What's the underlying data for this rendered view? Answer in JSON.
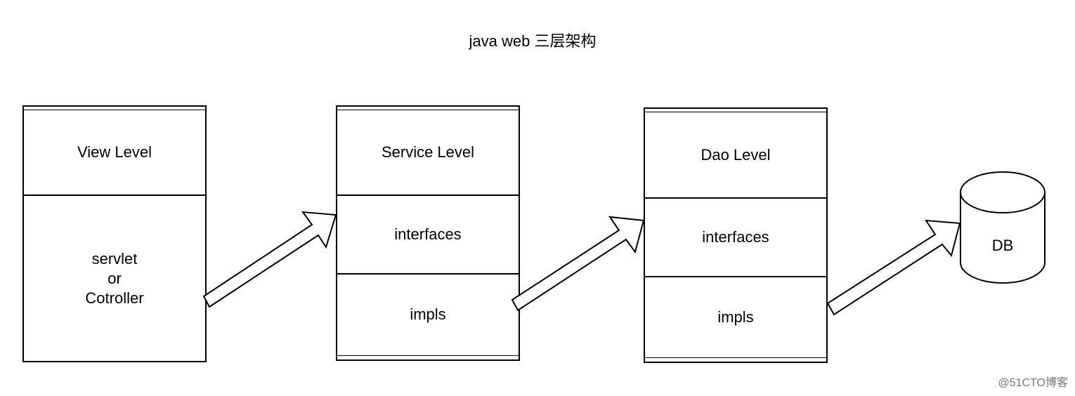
{
  "title": "java web 三层架构",
  "view_level": {
    "header": "View Level",
    "body_lines": [
      "servlet",
      "or",
      "Cotroller"
    ]
  },
  "service_level": {
    "header": "Service Level",
    "sections": [
      "interfaces",
      "impls"
    ]
  },
  "dao_level": {
    "header": "Dao Level",
    "sections": [
      "interfaces",
      "impls"
    ]
  },
  "database": {
    "label": "DB"
  },
  "watermark": "@51CTO博客",
  "colors": {
    "stroke": "#000000",
    "fill": "#ffffff",
    "watermark": "#777777"
  }
}
